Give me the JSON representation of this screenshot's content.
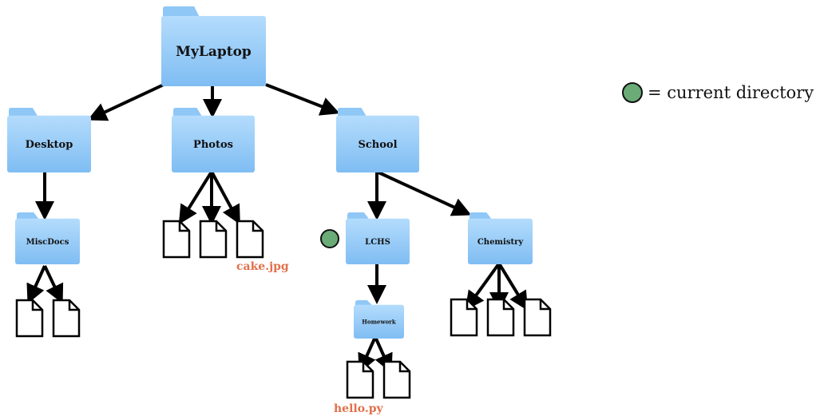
{
  "colors": {
    "folder_light": "#a9d6fb",
    "folder_dark": "#7fbdf3",
    "folder_tab": "#8fc7f6",
    "arrow": "#000000",
    "file_label": "#e0704a",
    "current_marker": "#6aab78"
  },
  "folders": [
    {
      "id": "mylaptop",
      "label": "MyLaptop"
    },
    {
      "id": "desktop",
      "label": "Desktop"
    },
    {
      "id": "photos",
      "label": "Photos"
    },
    {
      "id": "school",
      "label": "School"
    },
    {
      "id": "miscdocs",
      "label": "MiscDocs"
    },
    {
      "id": "lchs",
      "label": "LCHS",
      "current": true
    },
    {
      "id": "chemistry",
      "label": "Chemistry"
    },
    {
      "id": "homework",
      "label": "Homework"
    }
  ],
  "file_labels": {
    "cake": "cake.jpg",
    "hello": "hello.py"
  },
  "legend": {
    "text": "= current directory"
  }
}
